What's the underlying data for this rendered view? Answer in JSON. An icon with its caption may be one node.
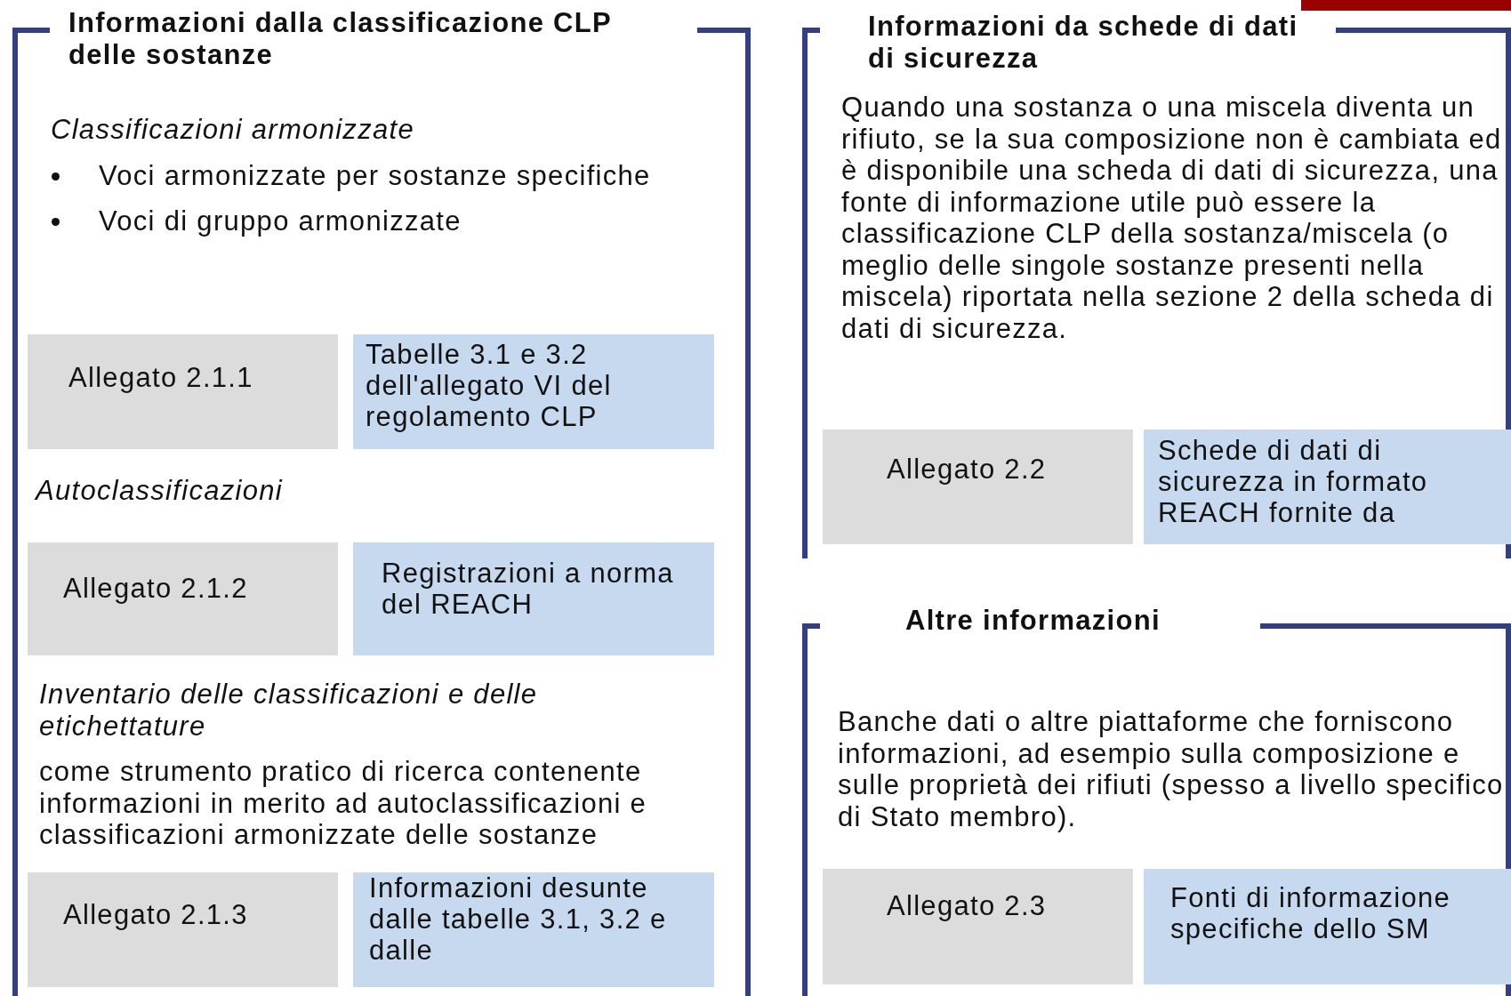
{
  "diagram": {
    "nodes": [
      {
        "text": [
          "Informazioni dalla classificazione CLP delle sostanze"
        ]
      },
      {
        "text": [
          "Allegato 2.1.1"
        ],
        "in": 0
      },
      {
        "text": [
          "Tabelle 3.1 e 3.2 dell'allegato VI del regolamento CLP"
        ],
        "in": 0
      },
      {
        "text": [
          "Allegato 2.1.2"
        ],
        "in": 0
      },
      {
        "text": [
          "Registrazioni a norma del REACH"
        ],
        "in": 0
      },
      {
        "text": [
          "Allegato 2.1.3"
        ],
        "in": 0
      },
      {
        "text": [
          "Informazioni desunte dalle tabelle 3.1, 3.2 e dalle"
        ],
        "in": 0
      },
      {
        "text": [
          "Informazioni da schede di dati di sicurezza"
        ]
      },
      {
        "text": [
          "Allegato 2.2"
        ],
        "in": 7
      },
      {
        "text": [
          "Schede di dati di sicurezza in formato REACH fornite da"
        ],
        "in": 7
      },
      {
        "text": [
          "Altre informazioni"
        ]
      },
      {
        "text": [
          "Allegato 2.3"
        ],
        "in": 10
      },
      {
        "text": [
          "Fonti di informazione specifiche dello SM"
        ],
        "in": 10
      }
    ],
    "labels": [
      "Classificazioni armonizzate",
      "Voci armonizzate per sostanze specifiche",
      "Voci di gruppo armonizzate",
      "Autoclassificazioni",
      "Inventario delle classificazioni e delle etichettature",
      "come strumento pratico di ricerca contenente informazioni in merito ad autoclassificazioni e classificazioni armonizzate delle sostanze",
      "Quando una sostanza o una miscela diventa un rifiuto, se la sua composizione non è cambiata ed è disponibile una scheda di dati di sicurezza, una fonte di informazione utile può essere la classificazione CLP della sostanza/miscela (o meglio delle singole sostanze presenti nella miscela) riportata nella sezione 2 della scheda di dati di sicurezza.",
      "Banche dati o altre piattaforme che forniscono informazioni, ad esempio sulla composizione e sulle proprietà dei rifiuti (spesso a livello specifico di Stato membro)."
    ]
  }
}
